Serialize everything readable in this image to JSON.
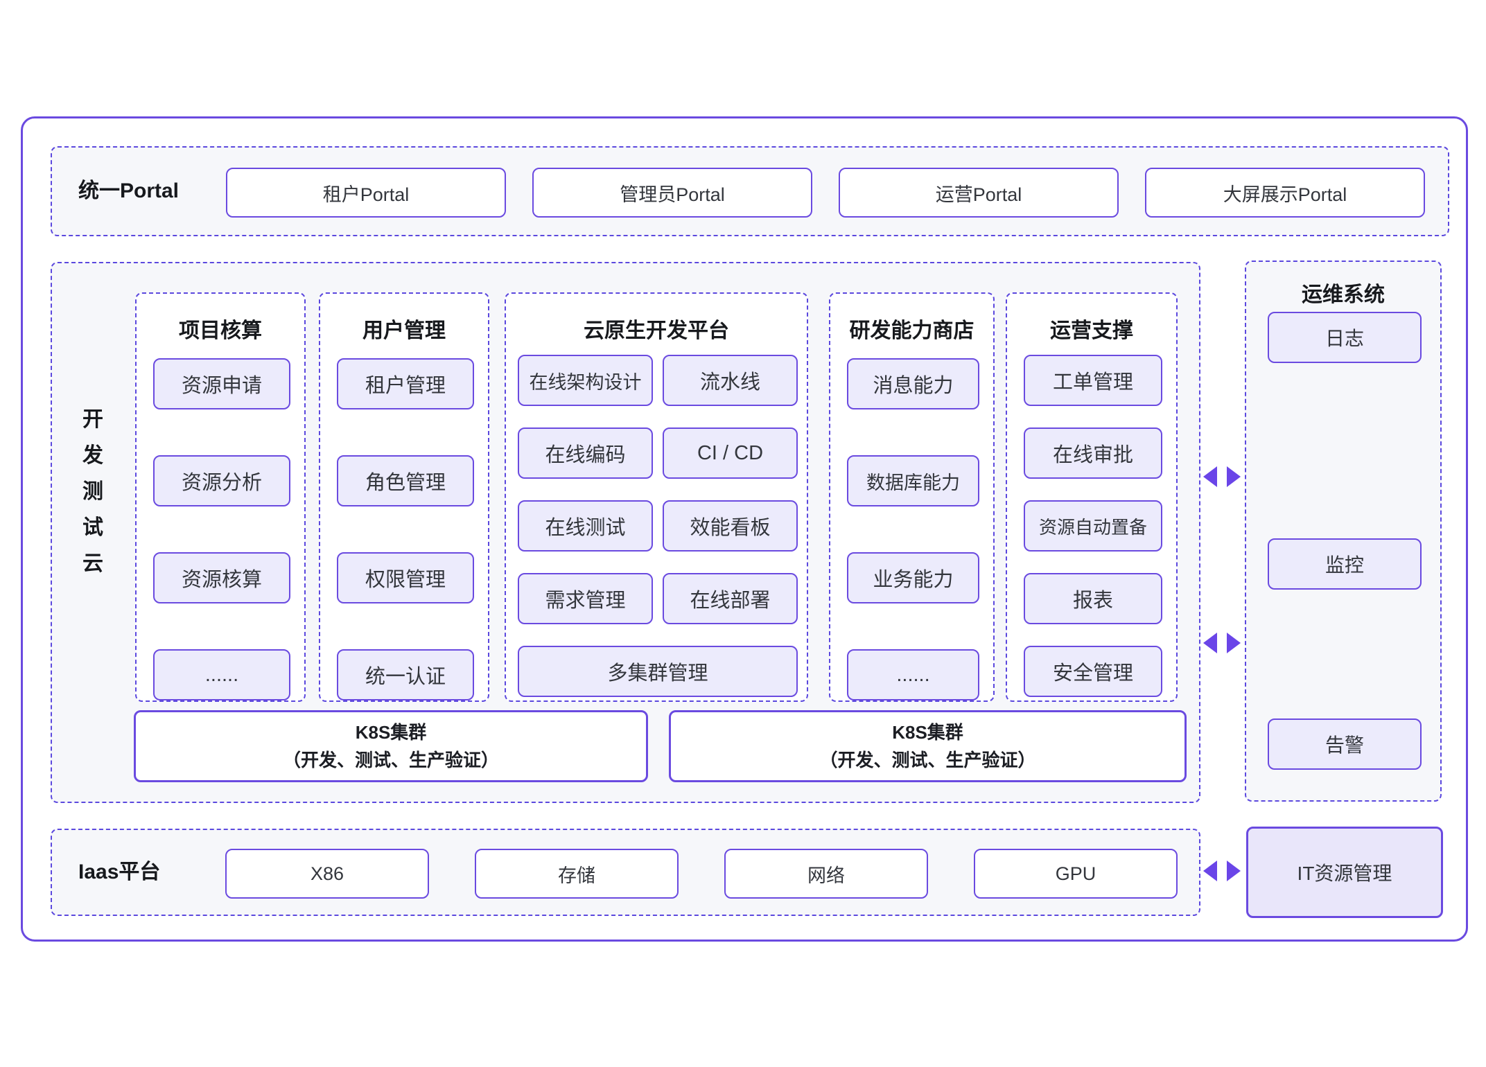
{
  "colors": {
    "accent_solid": "#6a4ae0",
    "accent_dashed": "#5b48de",
    "arrow": "#6a45e8",
    "item_fill": "#ecebfc",
    "section_bg": "#f6f7fa"
  },
  "portal": {
    "label": "统一Portal",
    "items": [
      "租户Portal",
      "管理员Portal",
      "运营Portal",
      "大屏展示Portal"
    ]
  },
  "dev_cloud": {
    "vertical_label": "开发测试云",
    "vertical_chars": [
      "开",
      "发",
      "测",
      "试",
      "云"
    ],
    "columns": [
      {
        "title": "项目核算",
        "items": [
          "资源申请",
          "资源分析",
          "资源核算",
          "......"
        ]
      },
      {
        "title": "用户管理",
        "items": [
          "租户管理",
          "角色管理",
          "权限管理",
          "统一认证"
        ]
      },
      {
        "title": "云原生开发平台",
        "grid_items": [
          "在线架构设计",
          "流水线",
          "在线编码",
          "CI / CD",
          "在线测试",
          "效能看板",
          "需求管理",
          "在线部署"
        ],
        "full_item": "多集群管理"
      },
      {
        "title": "研发能力商店",
        "items": [
          "消息能力",
          "数据库能力",
          "业务能力",
          "......"
        ]
      },
      {
        "title": "运营支撑",
        "items": [
          "工单管理",
          "在线审批",
          "资源自动置备",
          "报表",
          "安全管理"
        ]
      }
    ],
    "k8s_clusters": [
      {
        "line1": "K8S集群",
        "line2": "（开发、测试、生产验证）"
      },
      {
        "line1": "K8S集群",
        "line2": "（开发、测试、生产验证）"
      }
    ]
  },
  "ops_system": {
    "title": "运维系统",
    "items": [
      "日志",
      "监控",
      "告警"
    ]
  },
  "iaas": {
    "label": "Iaas平台",
    "items": [
      "X86",
      "存储",
      "网络",
      "GPU"
    ],
    "it_box": "IT资源管理"
  }
}
